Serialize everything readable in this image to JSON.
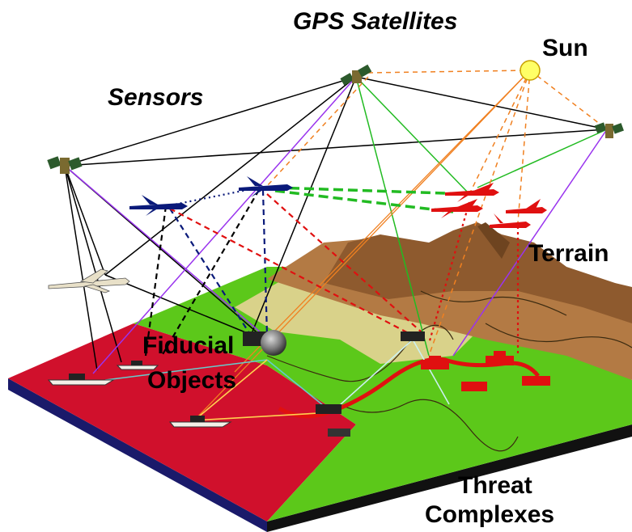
{
  "labels": {
    "gps_satellites": "GPS Satellites",
    "sun": "Sun",
    "sensors": "Sensors",
    "terrain": "Terrain",
    "fiducial": "Fiducial",
    "objects": "Objects",
    "threat": "Threat",
    "complexes": "Complexes"
  },
  "colors": {
    "sea": "#d0102c",
    "land_green": "#5cc81a",
    "terrain_tan": "#d9d28a",
    "terrain_brown": "#b37a44",
    "terrain_dark": "#8e5a2e",
    "threat_red": "#e01010",
    "friendly_navy": "#0a1a7a",
    "sensor_line": "#000000",
    "sun_line": "#f08020",
    "gps_line": "#22bb22",
    "uav_line": "#9933ee",
    "link_line": "#66cccc",
    "sun": "#ffff66"
  },
  "icons": [
    "satellite-icon",
    "sun-icon",
    "fighter-jet-icon",
    "uav-icon",
    "ship-icon",
    "tank-icon",
    "sphere-icon"
  ]
}
